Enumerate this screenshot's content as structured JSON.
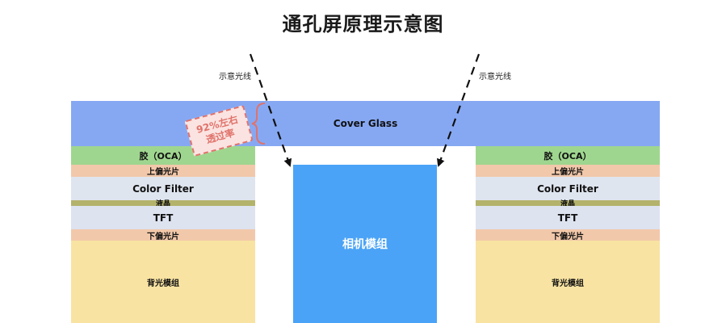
{
  "title": "通孔屏原理示意图",
  "light_label_left": "示意光线",
  "light_label_right": "示意光线",
  "cover_glass": "Cover Glass",
  "transmittance_note": {
    "line1": "92%左右",
    "line2": "透过率"
  },
  "camera": "相机模组",
  "left_stack": {
    "oca": "胶（OCA）",
    "upper_polarizer": "上偏光片",
    "color_filter": "Color Filter",
    "liquid_crystal": "液晶",
    "tft": "TFT",
    "lower_polarizer": "下偏光片",
    "backlight": "背光模组"
  },
  "right_stack": {
    "oca": "胶（OCA）",
    "upper_polarizer": "上偏光片",
    "color_filter": "Color Filter",
    "liquid_crystal": "液晶",
    "tft": "TFT",
    "lower_polarizer": "下偏光片",
    "backlight": "背光模组"
  },
  "colors": {
    "cover_glass": "#86a8f3",
    "oca": "#9fd68f",
    "polarizer": "#f2c8aa",
    "color_filter": "#dfe5ef",
    "liquid_crystal": "#b3b36b",
    "backlight": "#f8e3a2",
    "camera": "#4aa3f6",
    "note": "#e0736b"
  }
}
